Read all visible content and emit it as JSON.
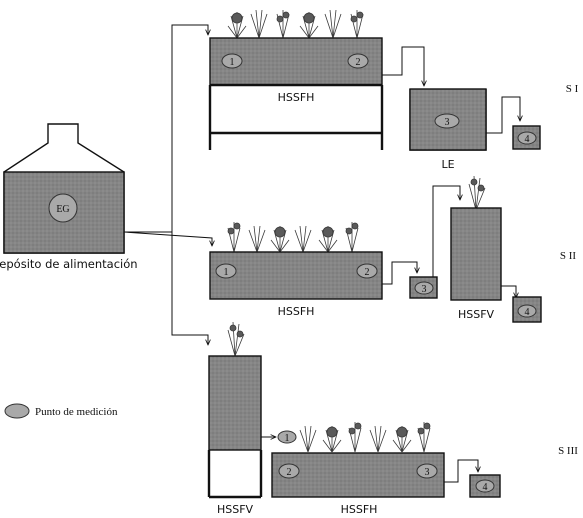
{
  "feed_tank": {
    "marker": "EG",
    "caption": "Depósito de alimentación"
  },
  "legend": {
    "label": "Punto de medición"
  },
  "system_1": {
    "label": "S I",
    "wetland_label": "HSSFH",
    "pond_label": "LE",
    "points": [
      "1",
      "2",
      "3",
      "4"
    ]
  },
  "system_2": {
    "label": "S II",
    "wetland_h_label": "HSSFH",
    "wetland_v_label": "HSSFV",
    "points": [
      "1",
      "2",
      "3",
      "4"
    ]
  },
  "system_3": {
    "label": "S III",
    "wetland_v_label": "HSSFV",
    "wetland_h_label": "HSSFH",
    "points": [
      "1",
      "2",
      "3",
      "4"
    ]
  },
  "colors": {
    "water": "#808080",
    "water_stipple": "#6e6e6e",
    "marker_fill": "#a9a9a9",
    "line": "#111111",
    "plant": "#3a3a3a"
  }
}
